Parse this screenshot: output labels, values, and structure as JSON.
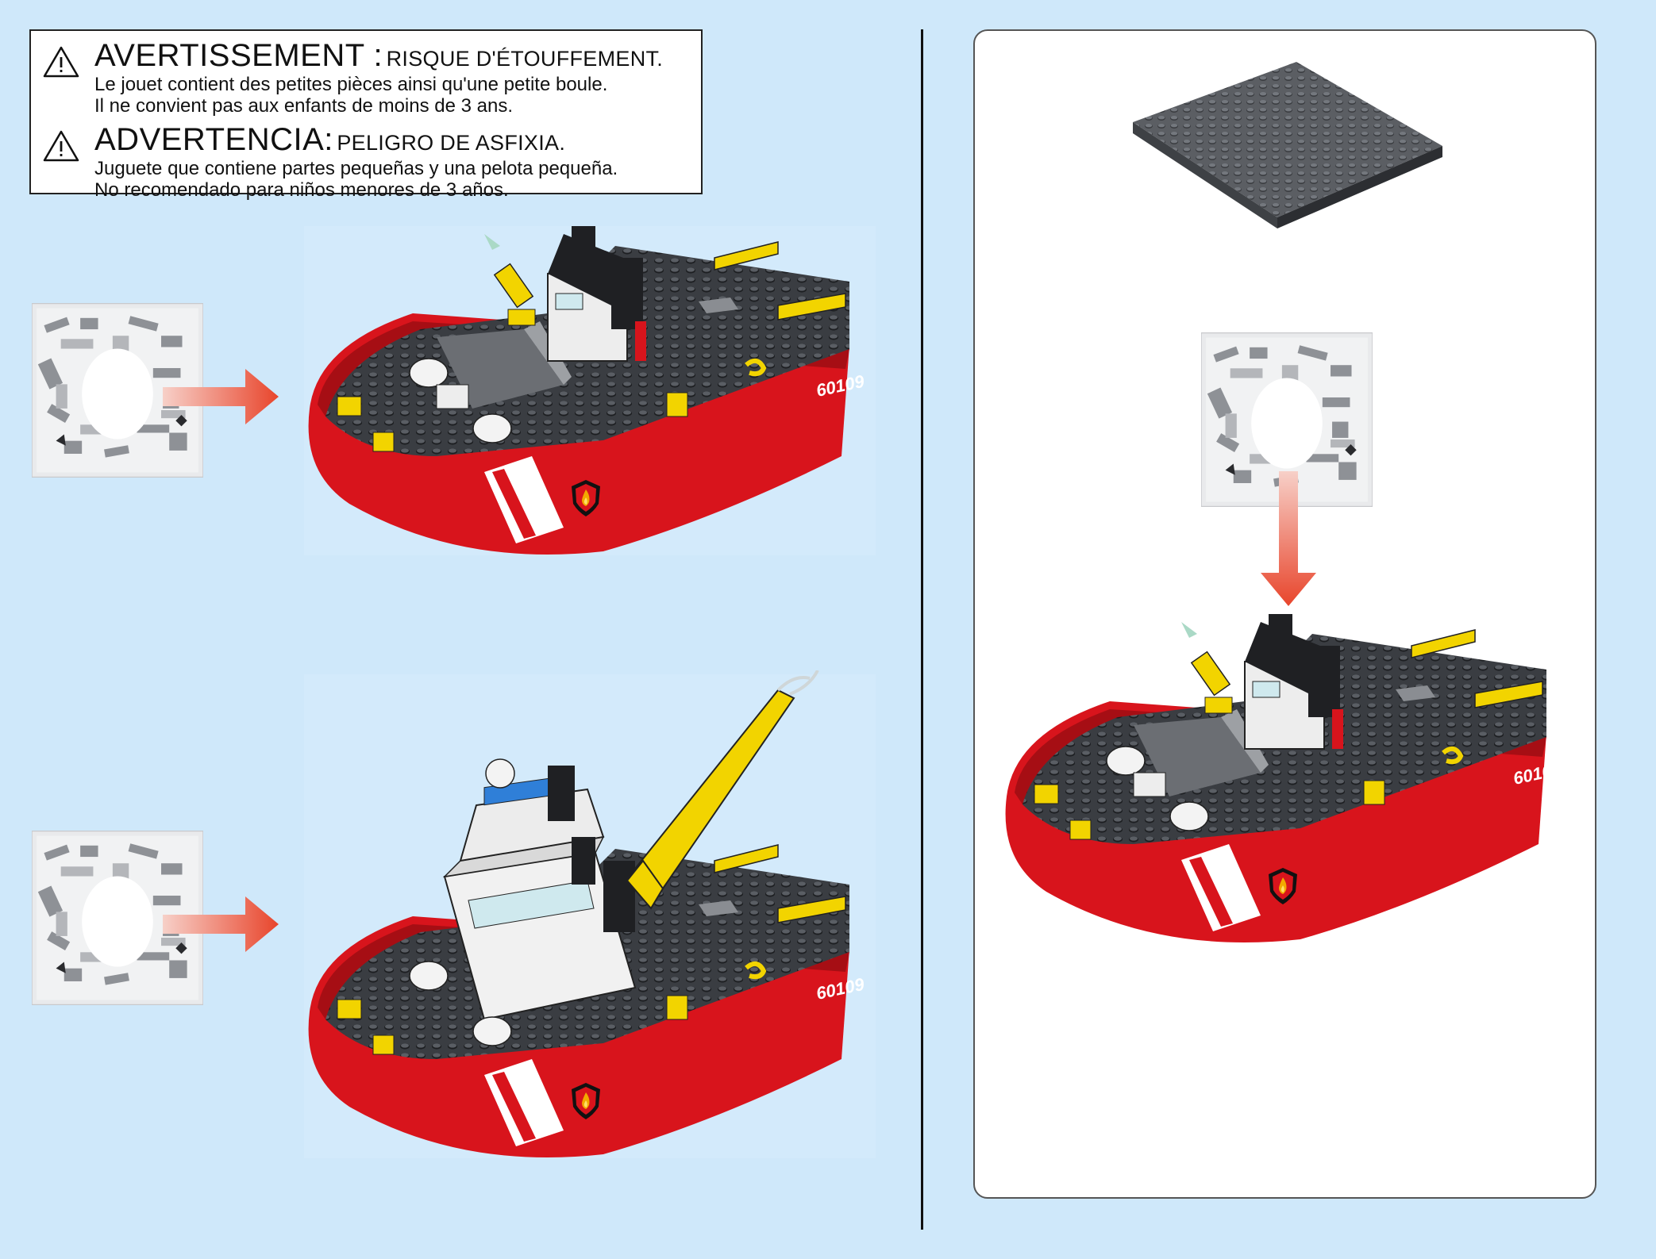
{
  "warning": {
    "fr": {
      "title": "AVERTISSEMENT :",
      "subtitle": "RISQUE D'ÉTOUFFEMENT.",
      "line1": "Le jouet contient des petites pièces ainsi qu'une petite boule.",
      "line2": "Il ne convient pas aux enfants de moins de 3 ans."
    },
    "es": {
      "title": "ADVERTENCIA:",
      "subtitle": "PELIGRO DE ASFIXIA.",
      "line1": "Juguete que contiene partes pequeñas y una pelota pequeña.",
      "line2": "No recomendado para niños menores de 3 años."
    }
  },
  "boat": {
    "number": "60109"
  },
  "colors": {
    "background": "#cfe8fa",
    "hull_red": "#d8141c",
    "deck_dark": "#3c3f44",
    "accent_yellow": "#f2d400",
    "arrow": "#e8452c"
  },
  "icons": [
    "warning-triangle-icon",
    "parts-bag-icon",
    "arrow-right-icon",
    "arrow-down-icon",
    "fire-shield-icon"
  ]
}
